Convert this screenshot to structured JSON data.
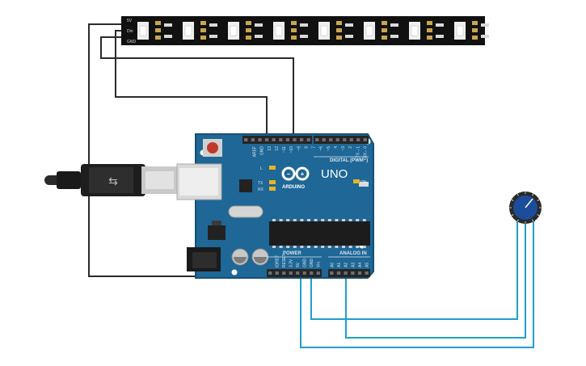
{
  "board": {
    "name": "UNO",
    "brand": "ARDUINO",
    "header_digital": "DIGITAL (PWM~)",
    "header_power": "POWER",
    "header_analog": "ANALOG IN",
    "on_label": "ON",
    "tx_label": "TX",
    "rx_label": "RX",
    "l_label": "L",
    "digital_pins": [
      "AREF",
      "GND",
      "13",
      "12",
      "~11",
      "~10",
      "~9",
      "8",
      "7",
      "~6",
      "~5",
      "4",
      "~3",
      "2",
      "TX→1",
      "RX←0"
    ],
    "power_pins": [
      "IOREF",
      "RESET",
      "3.3V",
      "5V",
      "GND",
      "GND",
      "Vin"
    ],
    "analog_pins": [
      "A0",
      "A1",
      "A2",
      "A3",
      "A4",
      "A5"
    ]
  },
  "led_strip": {
    "pin_labels": [
      "5V",
      "Din",
      "GND"
    ],
    "pixel_count": 8
  },
  "colors": {
    "board_blue": "#1e6796",
    "board_edge": "#174f75",
    "header_black": "#262626",
    "silkscreen": "#d9e6ef",
    "wire_black": "#2b2b2b",
    "wire_teal": "#1f9fcf",
    "strip_black": "#111111",
    "led_white": "#efefef",
    "pot_blue": "#1c4d9a"
  }
}
